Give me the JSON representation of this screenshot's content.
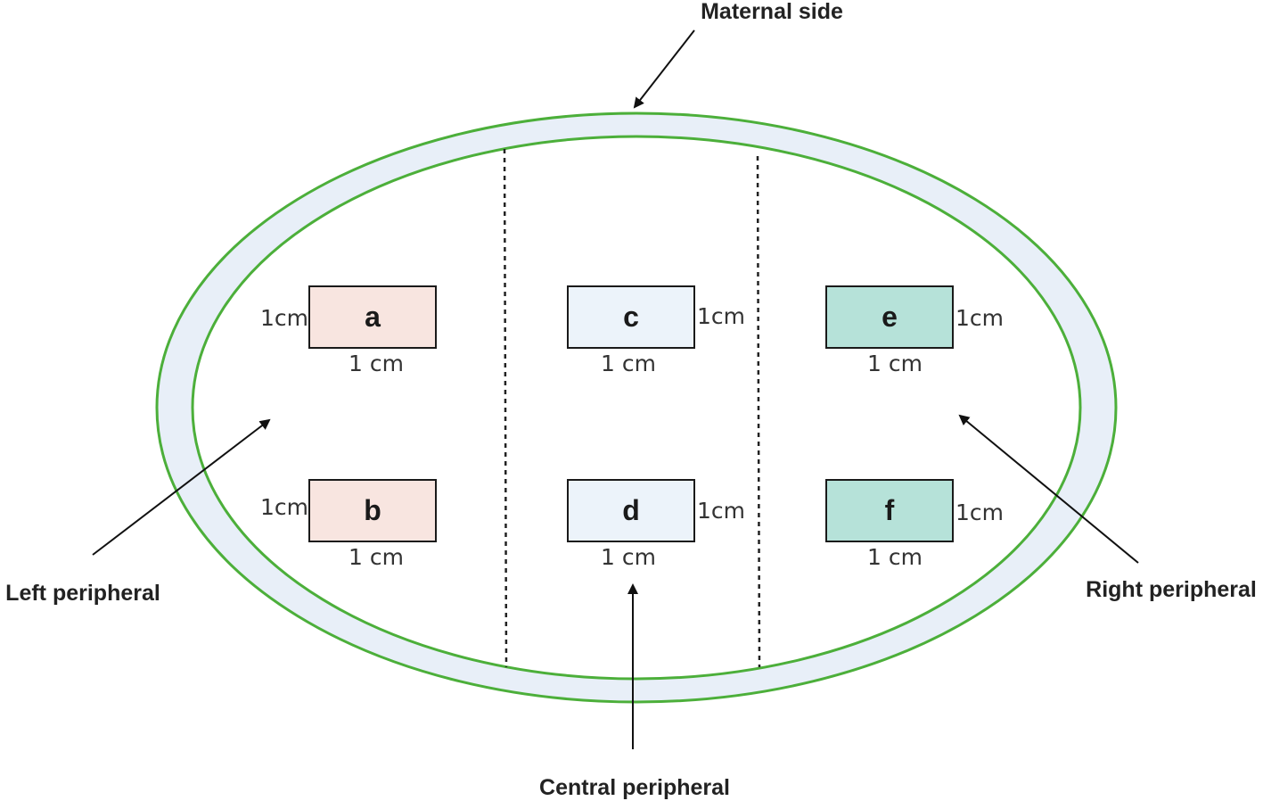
{
  "callouts": {
    "maternal_side": "Maternal side",
    "left_peripheral": "Left peripheral",
    "right_peripheral": "Right peripheral",
    "central_peripheral": "Central peripheral"
  },
  "samples": [
    {
      "letter": "a",
      "height_label": "1cm",
      "width_label": "1 cm",
      "region": "left",
      "fill": "#f8e5e0"
    },
    {
      "letter": "b",
      "height_label": "1cm",
      "width_label": "1 cm",
      "region": "left",
      "fill": "#f8e5e0"
    },
    {
      "letter": "c",
      "height_label": "1cm",
      "width_label": "1 cm",
      "region": "central",
      "fill": "#ecf3fa"
    },
    {
      "letter": "d",
      "height_label": "1cm",
      "width_label": "1 cm",
      "region": "central",
      "fill": "#ecf3fa"
    },
    {
      "letter": "e",
      "height_label": "1cm",
      "width_label": "1 cm",
      "region": "right",
      "fill": "#b6e2d9"
    },
    {
      "letter": "f",
      "height_label": "1cm",
      "width_label": "1 cm",
      "region": "right",
      "fill": "#b6e2d9"
    }
  ],
  "colors": {
    "placenta_outline": "#4caf3a",
    "placenta_ring": "#e8eff8",
    "arrows": "#111111",
    "dividers": "#222222"
  }
}
